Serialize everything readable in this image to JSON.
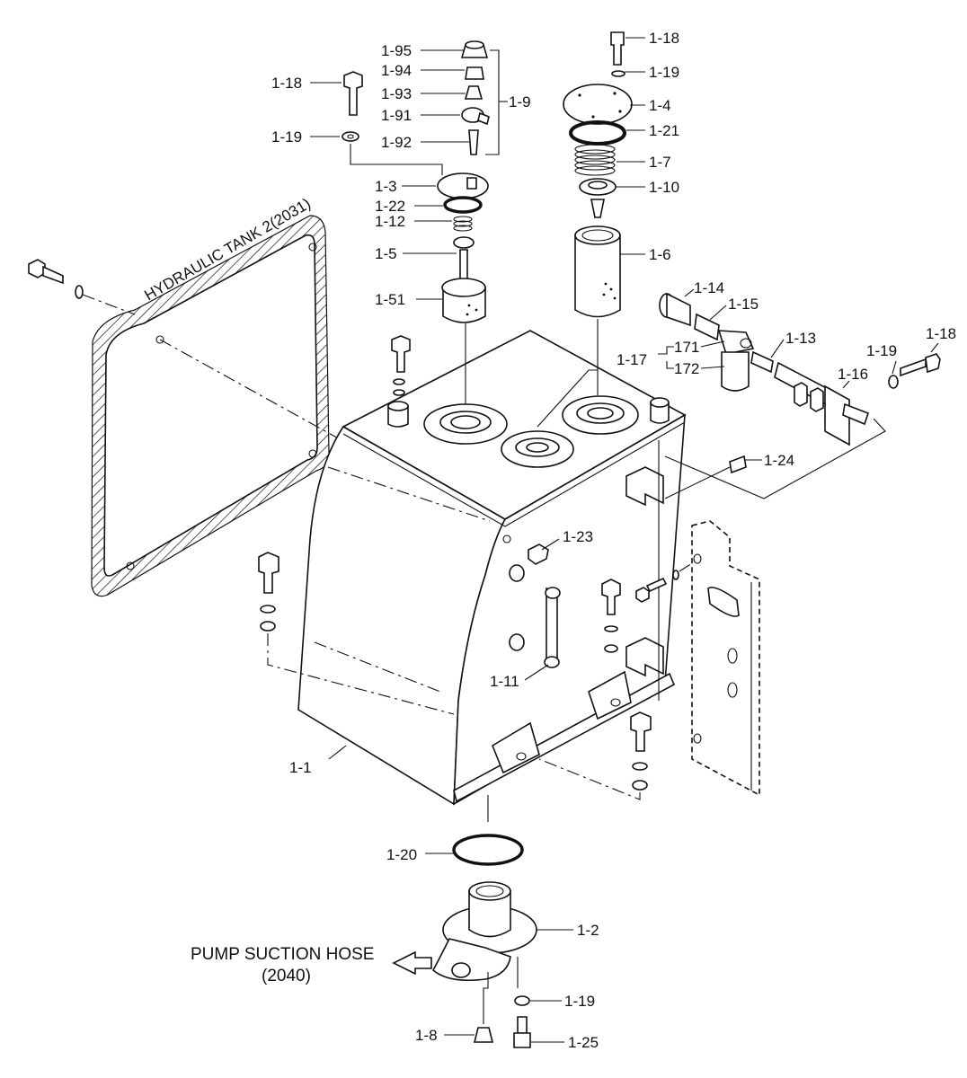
{
  "labels": {
    "p1_95": "1-95",
    "p1_94": "1-94",
    "p1_93": "1-93",
    "p1_91": "1-91",
    "p1_92": "1-92",
    "p1_9": "1-9",
    "p1_18_left": "1-18",
    "p1_19_left": "1-19",
    "p1_3": "1-3",
    "p1_22": "1-22",
    "p1_12": "1-12",
    "p1_5": "1-5",
    "p1_51": "1-51",
    "p1_18_top": "1-18",
    "p1_19_top": "1-19",
    "p1_4": "1-4",
    "p1_21": "1-21",
    "p1_7": "1-7",
    "p1_10": "1-10",
    "p1_6": "1-6",
    "p1_14": "1-14",
    "p1_15": "1-15",
    "p1_13": "1-13",
    "p1_17": "1-17",
    "p171": "171",
    "p172": "172",
    "p1_19_right": "1-19",
    "p1_18_right": "1-18",
    "p1_16": "1-16",
    "p1_24": "1-24",
    "p1_23": "1-23",
    "p1_11": "1-11",
    "p1_1": "1-1",
    "p1_20": "1-20",
    "p1_2": "1-2",
    "p1_19_bottom": "1-19",
    "p1_8": "1-8",
    "p1_25": "1-25"
  },
  "panel_text": "HYDRAULIC TANK 2(2031)",
  "suction_hose_line1": "PUMP SUCTION HOSE",
  "suction_hose_line2": "(2040)"
}
